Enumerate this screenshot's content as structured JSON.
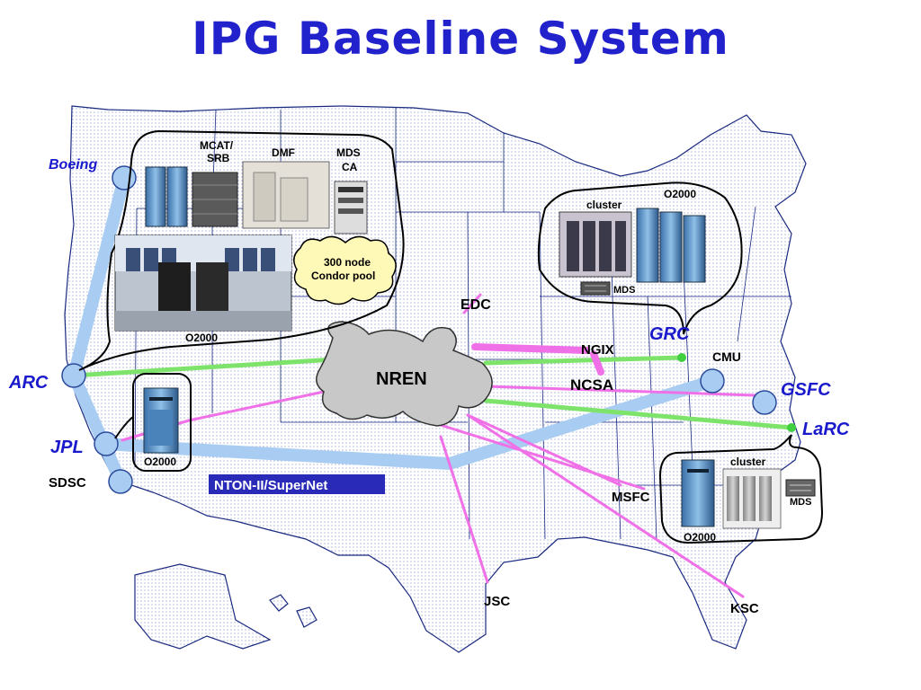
{
  "title": "IPG Baseline System",
  "colors": {
    "title": "#2222cc",
    "site_label": "#1a1acc",
    "backbone": "#a9cdf2",
    "nren_link": "#7ee36a",
    "secondary_link": "#f070e8",
    "cloud_fill": "#c8c8c8",
    "condor_fill": "#fff9b8",
    "banner": "#2a2ab8"
  },
  "sites": {
    "boeing": "Boeing",
    "arc": "ARC",
    "jpl": "JPL",
    "sdsc": "SDSC",
    "grc": "GRC",
    "cmu": "CMU",
    "gsfc": "GSFC",
    "larc": "LaRC",
    "edc": "EDC",
    "ngix": "NGIX",
    "ncsa": "NCSA",
    "msfc": "MSFC",
    "jsc": "JSC",
    "ksc": "KSC"
  },
  "network": {
    "nren": "NREN",
    "nton": "NTON-II/SuperNet"
  },
  "arc_cluster": {
    "mcat_line1": "MCAT/",
    "mcat_line2": "SRB",
    "dmf": "DMF",
    "mds_line1": "MDS",
    "mds_line2": "CA",
    "condor_line1": "300 node",
    "condor_line2": "Condor pool",
    "o2000": "O2000"
  },
  "jpl_cluster": {
    "o2000": "O2000"
  },
  "grc_cluster": {
    "cluster": "cluster",
    "o2000": "O2000",
    "mds": "MDS"
  },
  "larc_cluster": {
    "cluster": "cluster",
    "o2000": "O2000",
    "mds": "MDS"
  }
}
